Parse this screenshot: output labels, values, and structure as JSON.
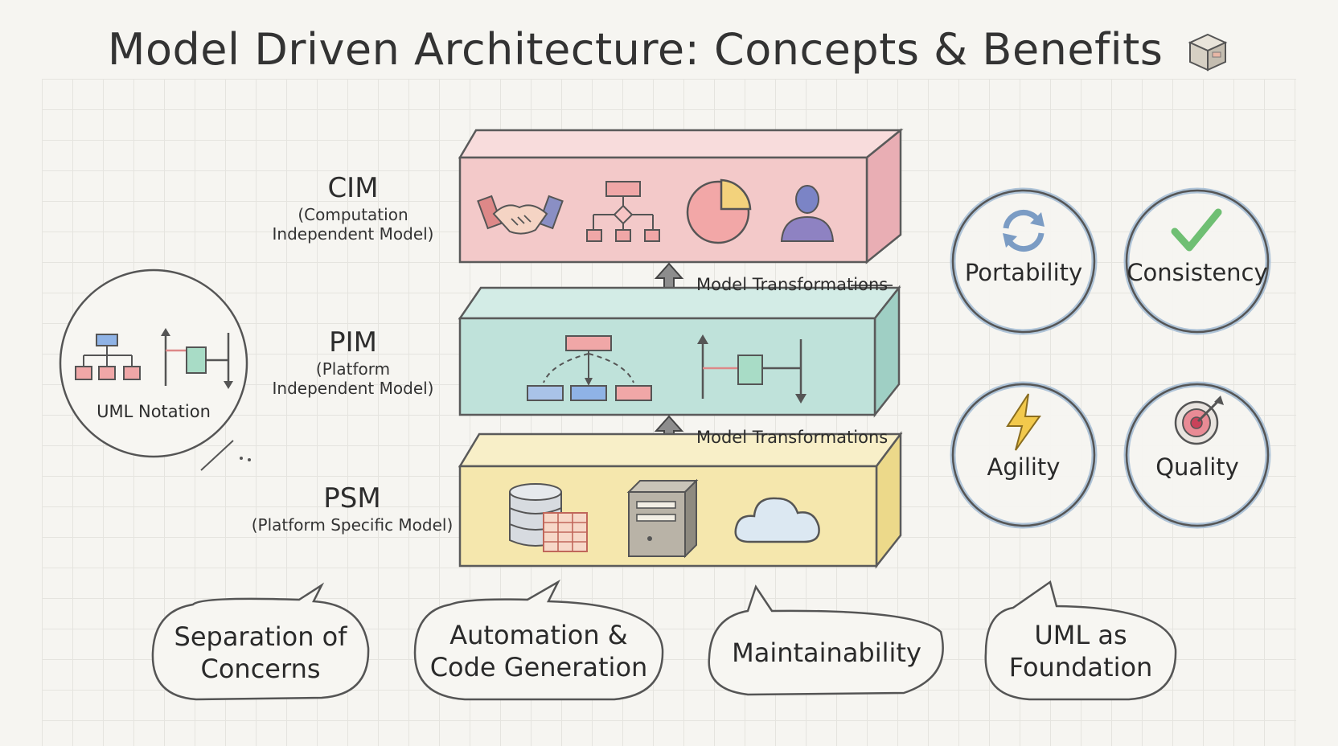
{
  "title": "Model Driven Architecture: Concepts & Benefits",
  "layers": [
    {
      "abbr": "CIM",
      "full": "(Computation Independent Model)",
      "color": "#f3c9c9",
      "icons": [
        "handshake-icon",
        "flowchart-icon",
        "pie-chart-icon",
        "person-icon"
      ]
    },
    {
      "abbr": "PIM",
      "full": "(Platform Independent Model)",
      "color": "#bfe2da",
      "icons": [
        "class-diagram-icon",
        "sequence-diagram-icon"
      ]
    },
    {
      "abbr": "PSM",
      "full": "(Platform Specific Model)",
      "color": "#f5e7ad",
      "icons": [
        "database-icon",
        "server-icon",
        "cloud-icon"
      ]
    }
  ],
  "transformations": [
    "Model Transformations",
    "Model Transformations"
  ],
  "uml_notation": {
    "label": "UML Notation"
  },
  "benefits": [
    {
      "label": "Portability",
      "icon": "refresh-icon"
    },
    {
      "label": "Consistency",
      "icon": "checkmark-icon"
    },
    {
      "label": "Agility",
      "icon": "lightning-icon"
    },
    {
      "label": "Quality",
      "icon": "target-icon"
    }
  ],
  "bubbles": [
    {
      "line1": "Separation of",
      "line2": "Concerns"
    },
    {
      "line1": "Automation &",
      "line2": "Code Generation"
    },
    {
      "line1": "Maintainability",
      "line2": ""
    },
    {
      "line1": "UML as",
      "line2": "Foundation"
    }
  ]
}
